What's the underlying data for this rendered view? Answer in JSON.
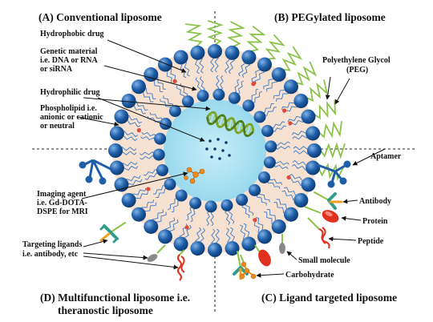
{
  "quadrants": {
    "a": "(A) Conventional liposome",
    "b": "(B) PEGylated liposome",
    "c": "(C) Ligand targeted liposome",
    "d_line1": "(D) Multifunctional liposome i.e.",
    "d_line2": "theranostic liposome"
  },
  "labels": {
    "hydrophobic": "Hydrophobic drug",
    "genetic_1": "Genetic material",
    "genetic_2": "i.e. DNA or RNA",
    "genetic_3": "or siRNA",
    "hydrophilic": "Hydrophilic drug",
    "phospho_1": "Phospholipid i.e.",
    "phospho_2": "anionic or cationic",
    "phospho_3": "or neutral",
    "peg_1": "Polyethylene Glycol",
    "peg_2": "(PEG)",
    "aptamer": "Aptamer",
    "antibody": "Antibody",
    "protein": "Protein",
    "peptide": "Peptide",
    "small_molecule": "Small molecule",
    "carbohydrate": "Carbohydrate",
    "imaging_1": "Imaging agent",
    "imaging_2": "i.e. Gd-DOTA-",
    "imaging_3": "DSPE for MRI",
    "targeting_1": "Targeting ligands",
    "targeting_2": "i.e. antibody, etc"
  },
  "colors": {
    "lipid_head": "#1f5fa8",
    "tail_line": "#3a79c4",
    "bilayer_fill": "#f7e2d2",
    "core": "#a6dff0",
    "peg": "#8bc34a",
    "drug_dot": "#e04a3a",
    "imaging_dot": "#f08a1c"
  },
  "icons": [
    "lipid-head-icon",
    "peg-chain-icon",
    "aptamer-icon",
    "antibody-icon",
    "protein-icon",
    "peptide-icon",
    "small-molecule-icon",
    "carbohydrate-icon",
    "dna-helix-icon",
    "imaging-agent-icon"
  ]
}
